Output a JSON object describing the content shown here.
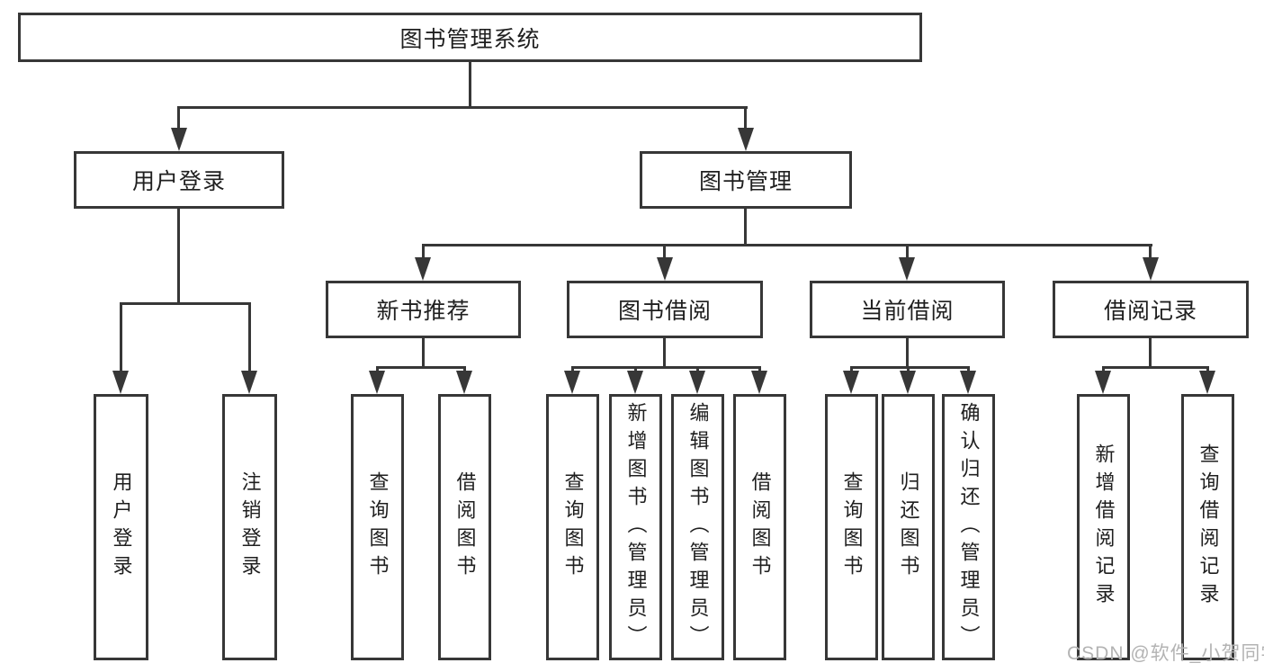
{
  "diagram": {
    "root": {
      "label": "图书管理系统"
    },
    "level2": [
      {
        "label": "用户登录"
      },
      {
        "label": "图书管理"
      }
    ],
    "level3": [
      {
        "label": "新书推荐"
      },
      {
        "label": "图书借阅"
      },
      {
        "label": "当前借阅"
      },
      {
        "label": "借阅记录"
      }
    ],
    "leaves": {
      "user_login": [
        {
          "label": "用户登录"
        },
        {
          "label": "注销登录"
        }
      ],
      "new_book": [
        {
          "label": "查询图书"
        },
        {
          "label": "借阅图书"
        }
      ],
      "book_borrow": [
        {
          "label": "查询图书"
        },
        {
          "label": "新增图书（管理员）"
        },
        {
          "label": "编辑图书（管理员）"
        },
        {
          "label": "借阅图书"
        }
      ],
      "current_borrow": [
        {
          "label": "查询图书"
        },
        {
          "label": "归还图书"
        },
        {
          "label": "确认归还（管理员）"
        }
      ],
      "borrow_records": [
        {
          "label": "新增借阅记录"
        },
        {
          "label": "查询借阅记录"
        }
      ]
    }
  },
  "watermark": {
    "text": "CSDN @软件_小贺同学"
  },
  "colors": {
    "line": "#373737",
    "text": "#1f1f1f",
    "watermark": "#b3b3b3",
    "background": "#ffffff"
  }
}
